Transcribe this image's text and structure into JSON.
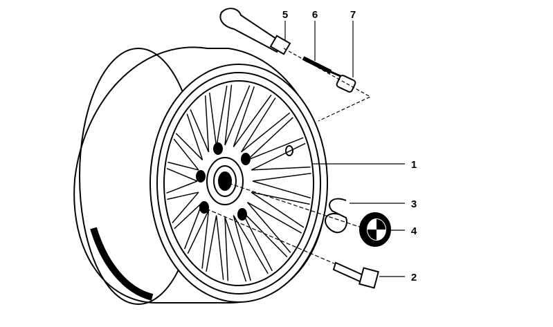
{
  "diagram": {
    "callouts": [
      {
        "id": "wheel-rim",
        "number": "1"
      },
      {
        "id": "wheel-bolt",
        "number": "2"
      },
      {
        "id": "spring-clip",
        "number": "3"
      },
      {
        "id": "emblem-cap",
        "number": "4"
      },
      {
        "id": "valve-stem",
        "number": "5"
      },
      {
        "id": "valve-insert",
        "number": "6"
      },
      {
        "id": "valve-cap",
        "number": "7"
      }
    ]
  }
}
